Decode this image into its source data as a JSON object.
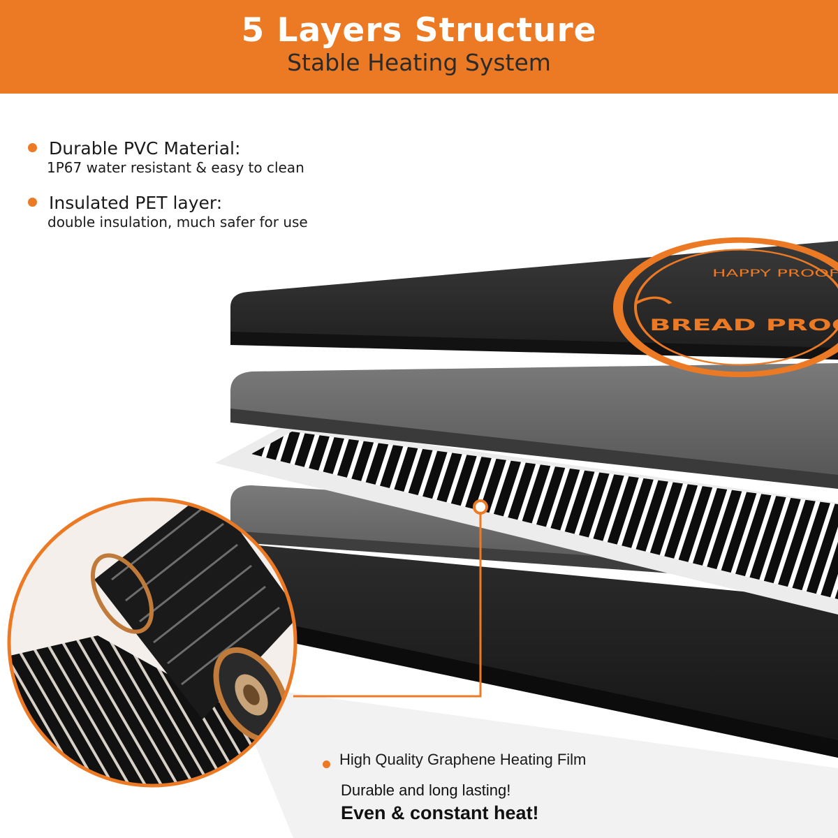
{
  "banner": {
    "title": "5 Layers Structure",
    "subtitle": "Stable Heating System",
    "color": "#ec7a24"
  },
  "features": [
    {
      "title": "Durable PVC Material:",
      "description": "1P67 water resistant & easy to clean"
    },
    {
      "title": "Insulated PET layer:",
      "description": "double insulation, much safer for use"
    }
  ],
  "callout": {
    "title": "High Quality Graphene Heating Film",
    "line1": "Durable and long lasting!",
    "line2": "Even & constant heat!"
  },
  "logo": {
    "top_text": "HAPPY PROOF",
    "bottom_text": "BREAD PROOF"
  },
  "colors": {
    "accent": "#ec7a24",
    "mat_dark": "#2e2e2e",
    "mat_gray": "#6e6e6e"
  }
}
